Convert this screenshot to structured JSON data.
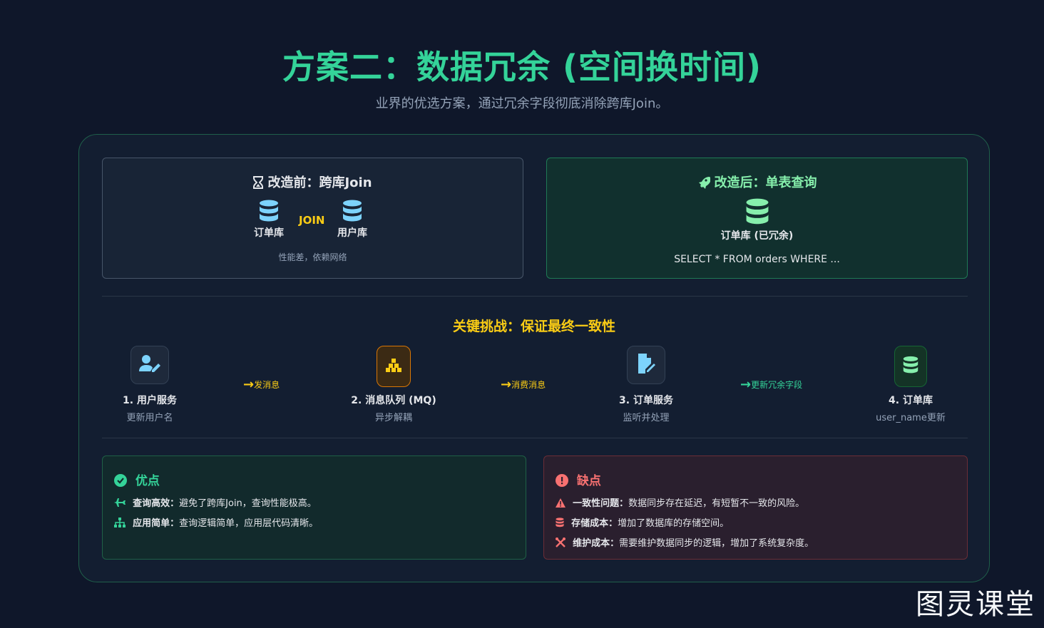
{
  "header": {
    "title": "方案二：数据冗余 (空间换时间)",
    "subtitle": "业界的优选方案，通过冗余字段彻底消除跨库Join。"
  },
  "before": {
    "title": "改造前：跨库Join",
    "db_left": "订单库",
    "join": "JOIN",
    "db_right": "用户库",
    "note": "性能差，依赖网络"
  },
  "after": {
    "title": "改造后：单表查询",
    "db": "订单库 (已冗余)",
    "sql": "SELECT * FROM orders WHERE ..."
  },
  "challenge": {
    "title": "关键挑战：保证最终一致性",
    "steps": [
      {
        "name": "1. 用户服务",
        "desc": "更新用户名"
      },
      {
        "name": "2. 消息队列 (MQ)",
        "desc": "异步解耦"
      },
      {
        "name": "3. 订单服务",
        "desc": "监听并处理"
      },
      {
        "name": "4. 订单库",
        "desc": "user_name更新"
      }
    ],
    "arrows": [
      "发消息",
      "消费消息",
      "更新冗余字段"
    ]
  },
  "pros": {
    "title": "优点",
    "items": [
      {
        "label": "查询高效：",
        "text": "避免了跨库Join，查询性能极高。"
      },
      {
        "label": "应用简单：",
        "text": "查询逻辑简单，应用层代码清晰。"
      }
    ]
  },
  "cons": {
    "title": "缺点",
    "items": [
      {
        "label": "一致性问题：",
        "text": "数据同步存在延迟，有短暂不一致的风险。"
      },
      {
        "label": "存储成本：",
        "text": "增加了数据库的存储空间。"
      },
      {
        "label": "维护成本：",
        "text": "需要维护数据同步的逻辑，增加了系统复杂度。"
      }
    ]
  },
  "watermark": "图灵课堂",
  "colors": {
    "background": "#0f172a",
    "accent_green": "#34d399",
    "accent_yellow": "#facc15",
    "accent_red": "#f87171",
    "db_blue": "#7dd3fc"
  },
  "icons": [
    "hourglass-icon",
    "rocket-icon",
    "database-icon",
    "user-edit-icon",
    "cubes-icon",
    "file-edit-icon",
    "check-circle-icon",
    "plane-icon",
    "sitemap-icon",
    "exclamation-circle-icon",
    "warning-icon",
    "tools-icon"
  ]
}
